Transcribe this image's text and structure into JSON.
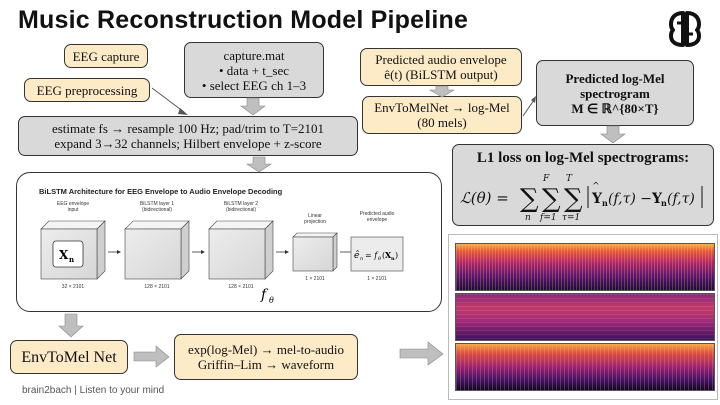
{
  "title": "Music Reconstruction Model Pipeline",
  "logo_icon": "brain-logo-icon",
  "eeg_capture": "EEG capture",
  "capture_mat": {
    "line1": "capture.mat",
    "line2": "• data + t_sec",
    "line3": "• select EEG ch 1–3"
  },
  "eeg_preprocessing": "EEG preprocessing",
  "preprocess_steps": {
    "line1": "estimate fs → resample 100 Hz; pad/trim to T=2101",
    "line2": "expand 3→32 channels; Hilbert envelope + z-score"
  },
  "predicted_envelope": {
    "line1": "Predicted audio envelope",
    "line2": "ê(t) (BiLSTM output)"
  },
  "envtomel_logmel": {
    "line1": "EnvToMelNet → log-Mel",
    "line2": "(80 mels)"
  },
  "predicted_logmel": {
    "line1": "Predicted log-Mel",
    "line2": "spectrogram",
    "line3": "M ∈ ℝ^{80×T}"
  },
  "loss": {
    "title": "L1 loss on log-Mel spectrograms:"
  },
  "bilstm_panel": {
    "title": "BiLSTM Architecture for EEG Envelope to Audio Envelope Decoding",
    "stages": [
      {
        "label": "EEG envelope\ninput",
        "dims": "32 × 2101"
      },
      {
        "label": "BiLSTM layer 1\n(bidirectional)",
        "dims": "128 × 2101"
      },
      {
        "label": "BiLSTM layer 2\n(bidirectional)",
        "dims": "128 × 2101"
      },
      {
        "label": "Linear\nprojection",
        "dims": "1 × 2101"
      },
      {
        "label": "Predicted audio\nenvelope",
        "dims": "1 × 2101"
      }
    ],
    "f_theta": "f"
  },
  "envtomel_net": "EnvToMel Net",
  "griffin_lim": {
    "line1": "exp(log-Mel) → mel-to-audio",
    "line2": "Griffin–Lim → waveform"
  },
  "footer": "brain2bach | Listen to your mind",
  "colors": {
    "yellow": "#fdebc8",
    "gray": "#d9d9d9",
    "arrow": "#bfbfbf"
  }
}
